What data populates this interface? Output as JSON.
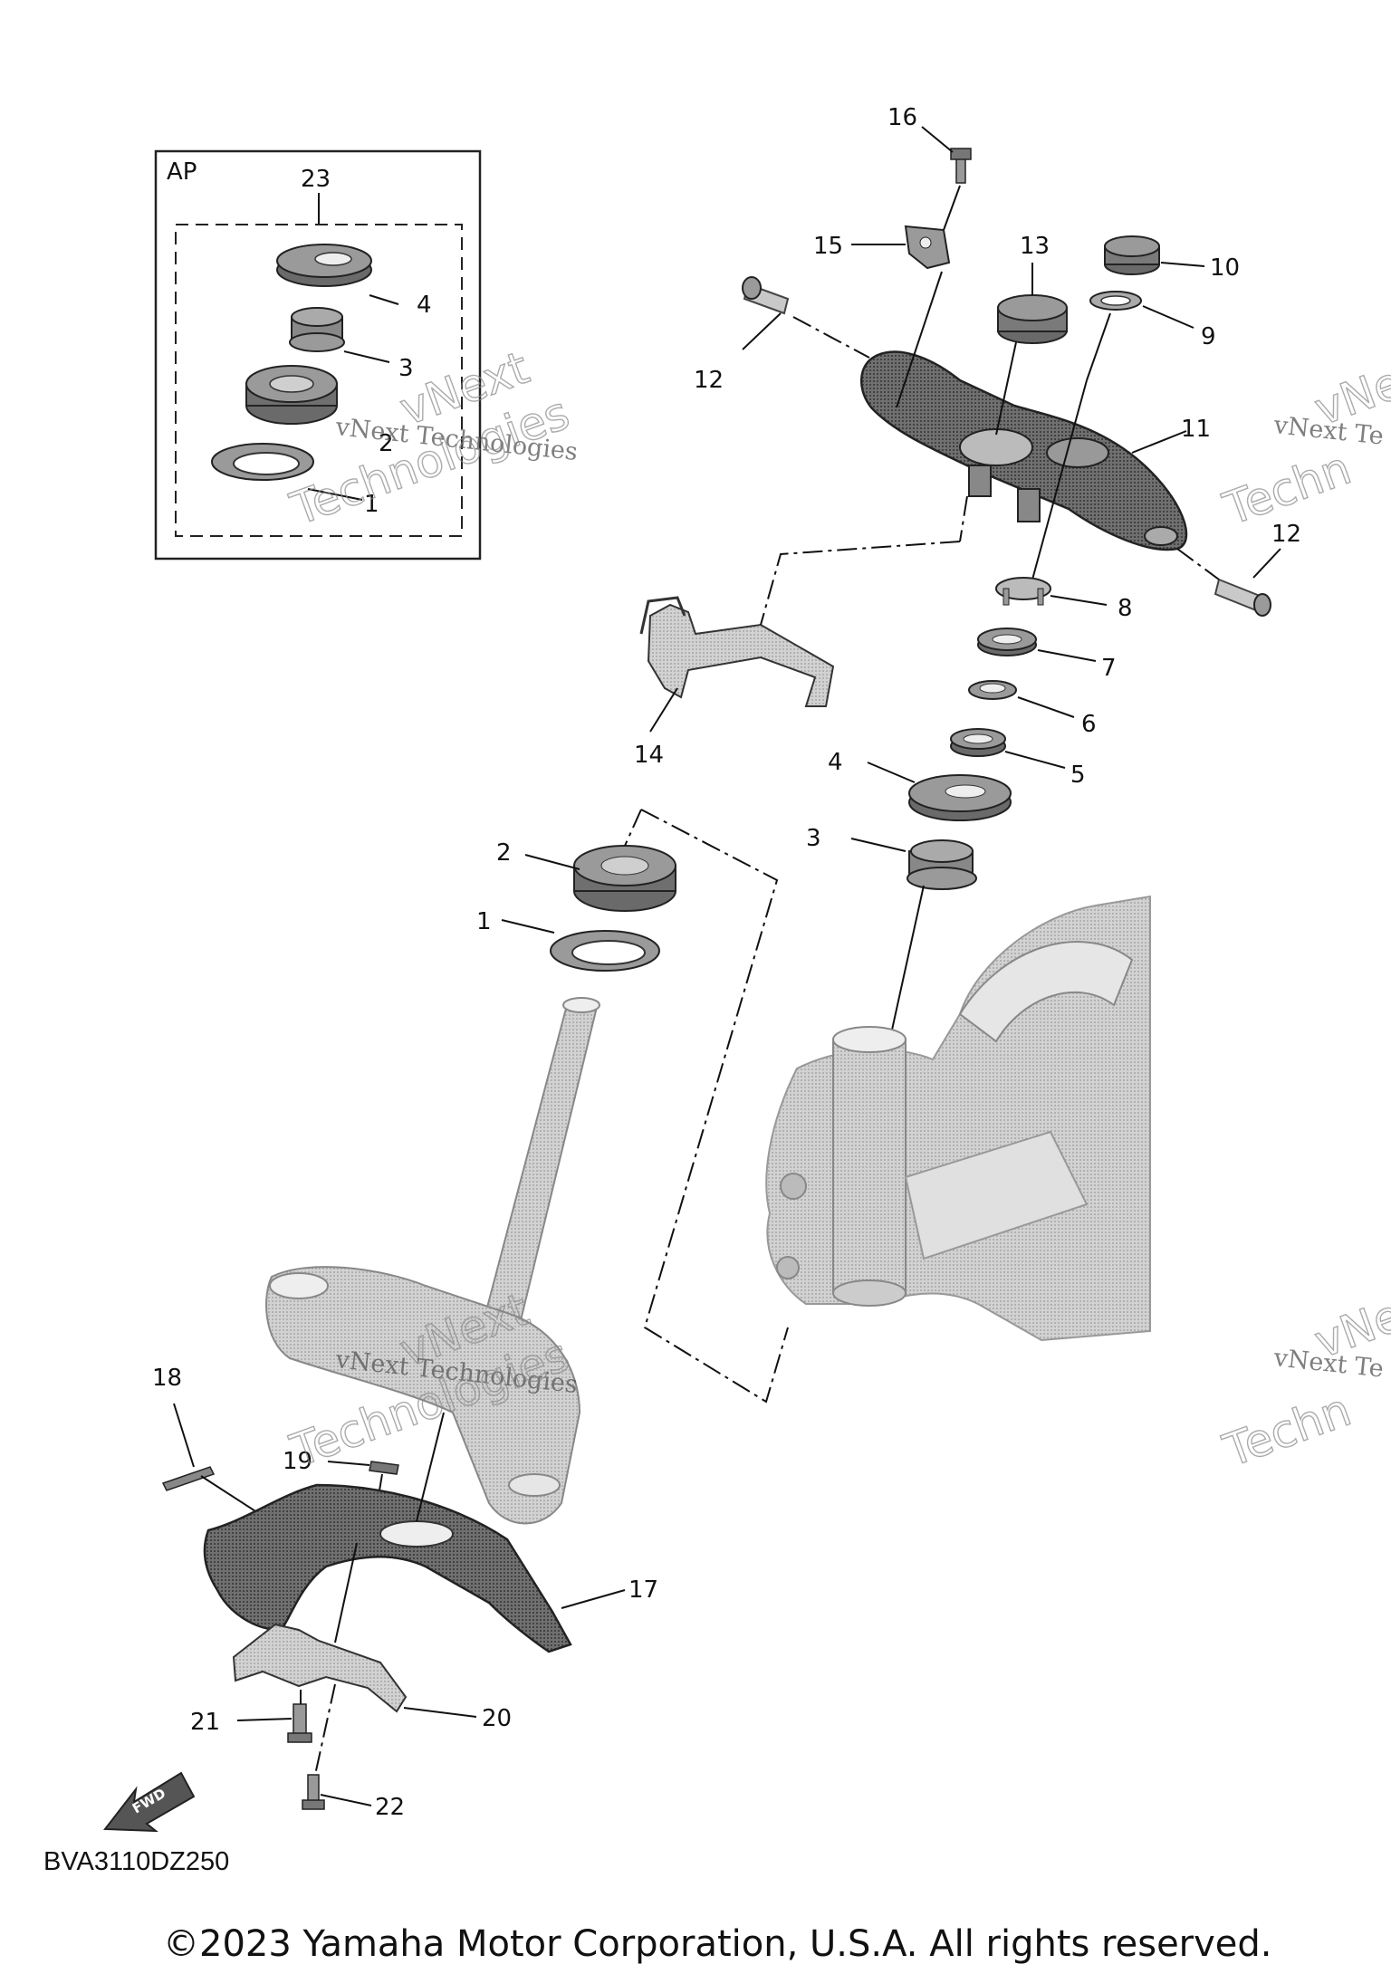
{
  "ap_box": {
    "title": "AP",
    "set_number": "23",
    "items": [
      "4",
      "3",
      "2",
      "1"
    ]
  },
  "callouts": {
    "c1": "1",
    "c2": "2",
    "c3": "3",
    "c4": "4",
    "c5": "5",
    "c6": "6",
    "c7": "7",
    "c8": "8",
    "c9": "9",
    "c10": "10",
    "c11": "11",
    "c12a": "12",
    "c12b": "12",
    "c13": "13",
    "c14": "14",
    "c15": "15",
    "c16": "16",
    "c17": "17",
    "c18": "18",
    "c19": "19",
    "c20": "20",
    "c21": "21",
    "c22": "22"
  },
  "watermark": {
    "line1": "vNext",
    "line2": "vNext Technologies",
    "line3": "Technologies",
    "partial1": "vNe",
    "partial2": "vNext Te",
    "partial3": "Techn"
  },
  "fwd_label": "FWD",
  "diagram_code": "BVA3110DZ250",
  "copyright": "©2023 Yamaha Motor Corporation, U.S.A. All rights reserved."
}
